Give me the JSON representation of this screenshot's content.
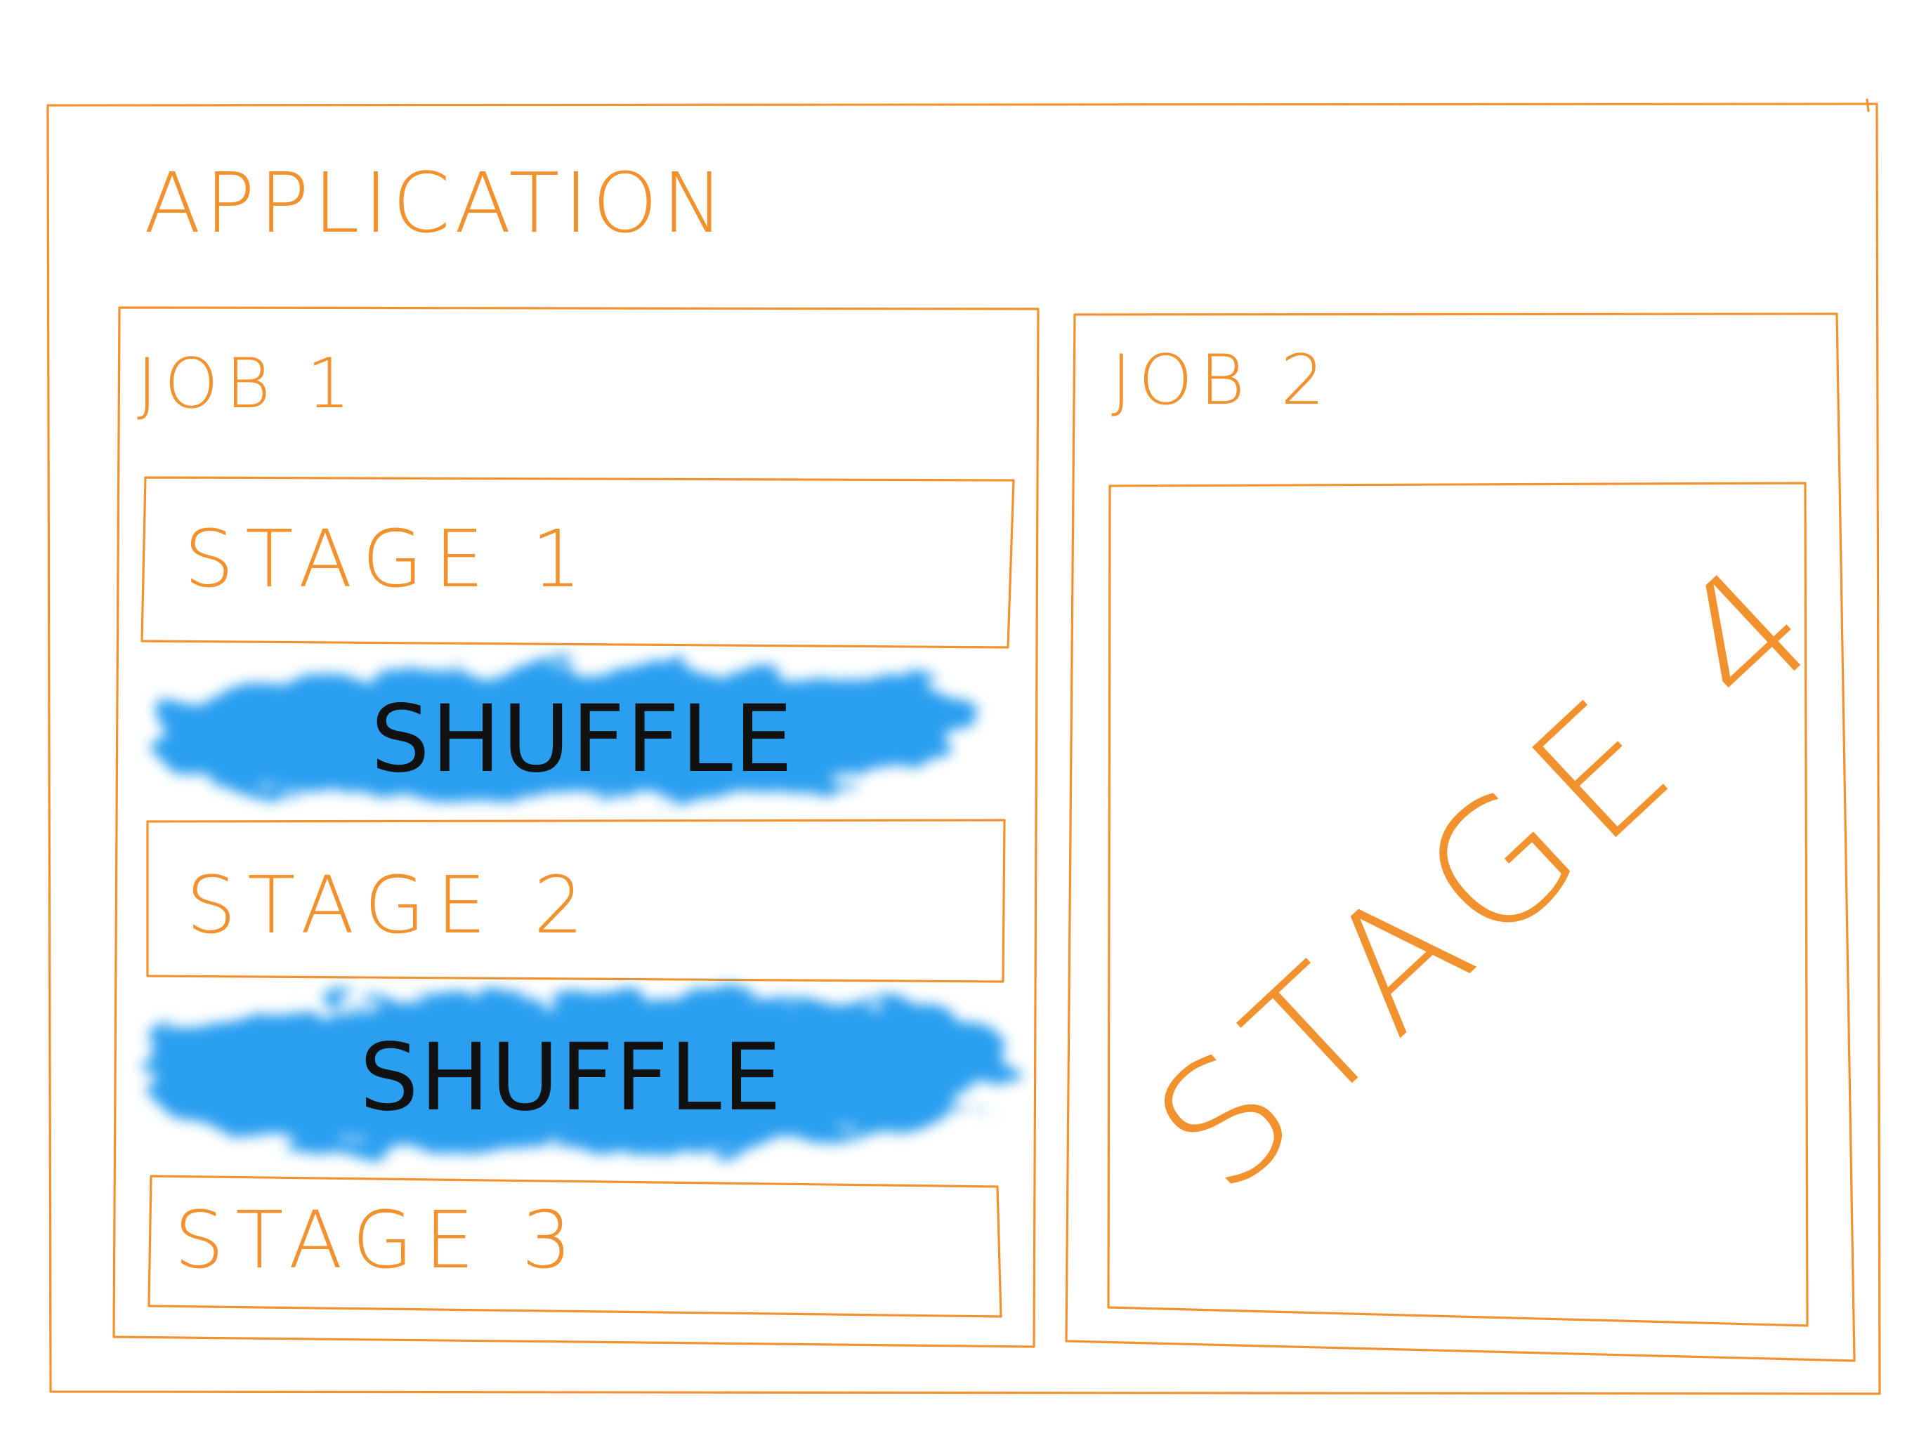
{
  "application": {
    "label": "APPLICATION"
  },
  "job1": {
    "label": "JOB 1",
    "stage1": "STAGE 1",
    "shuffle1": "SHUFFLE",
    "stage2": "STAGE 2",
    "shuffle2": "SHUFFLE",
    "stage3": "STAGE 3"
  },
  "job2": {
    "label": "JOB 2",
    "stage4": "STAGE 4"
  },
  "colors": {
    "outline": "#f2922e",
    "shuffle_fill": "#2c9ff0",
    "shuffle_text": "#111111",
    "background": "#ffffff"
  }
}
